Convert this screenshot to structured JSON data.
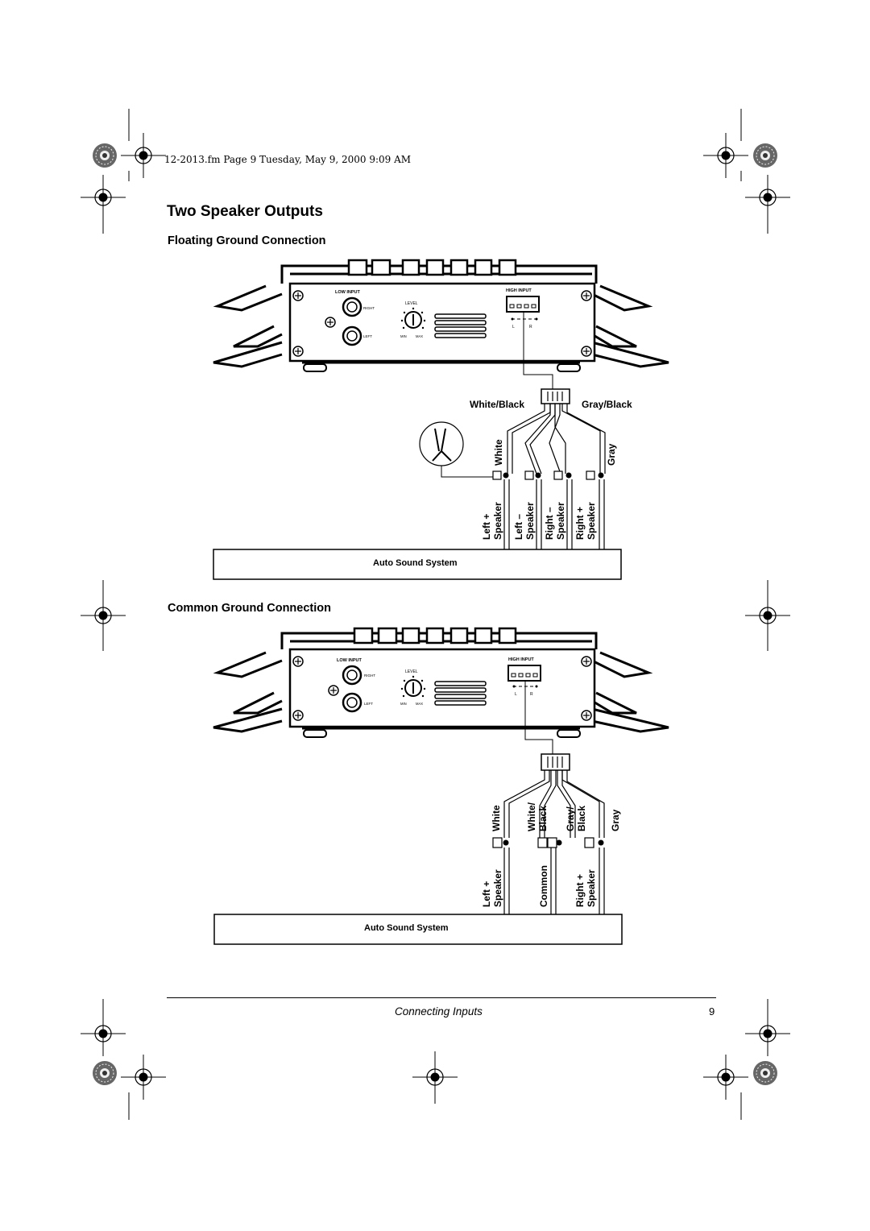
{
  "header": {
    "running_head": "12-2013.fm  Page 9  Tuesday, May 9, 2000  9:09 AM"
  },
  "section_title": "Two Speaker Outputs",
  "floating": {
    "heading": "Floating Ground Connection",
    "amp": {
      "low_input": "LOW  INPUT",
      "right": "RIGHT",
      "left": "LEFT",
      "level": "LEVEL",
      "min": "MIN",
      "max": "MAX",
      "high_input": "HIGH  INPUT",
      "l": "L",
      "r": "R"
    },
    "wire_group_left": "White/Black",
    "wire_group_right": "Gray/Black",
    "wire_white": "White",
    "wire_gray": "Gray",
    "speakers": [
      {
        "line1": "Left +",
        "line2": "Speaker"
      },
      {
        "line1": "Left –",
        "line2": "Speaker"
      },
      {
        "line1": "Right –",
        "line2": "Speaker"
      },
      {
        "line1": "Right +",
        "line2": "Speaker"
      }
    ],
    "system_label": "Auto Sound System"
  },
  "common": {
    "heading": "Common Ground Connection",
    "amp": {
      "low_input": "LOW  INPUT",
      "right": "RIGHT",
      "left": "LEFT",
      "level": "LEVEL",
      "min": "MIN",
      "max": "MAX",
      "high_input": "HIGH  INPUT",
      "l": "L",
      "r": "R"
    },
    "wires": [
      {
        "line1": "White",
        "line2": ""
      },
      {
        "line1": "White/",
        "line2": "Black"
      },
      {
        "line1": "Gray/",
        "line2": "Black"
      },
      {
        "line1": "Gray",
        "line2": ""
      }
    ],
    "terminals": [
      {
        "line1": "Left +",
        "line2": "Speaker"
      },
      {
        "line1": "Common",
        "line2": ""
      },
      {
        "line1": "Right +",
        "line2": "Speaker"
      }
    ],
    "system_label": "Auto Sound System"
  },
  "footer": {
    "title": "Connecting Inputs",
    "page_number": "9"
  }
}
